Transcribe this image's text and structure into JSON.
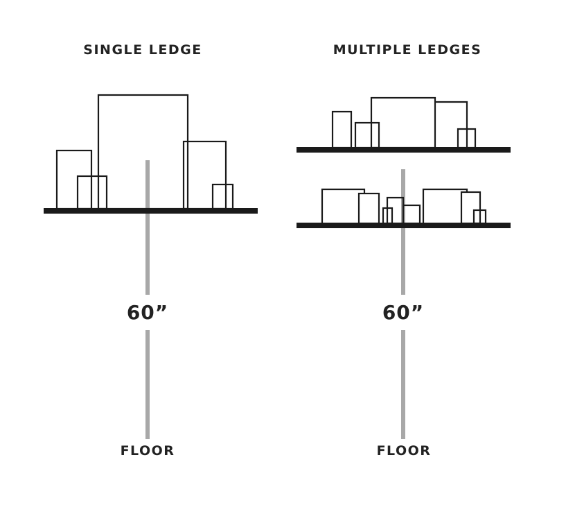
{
  "panels": [
    {
      "title": "SINGLE LEDGE",
      "height_label": "60”",
      "floor_label": "FLOOR"
    },
    {
      "title": "MULTIPLE LEDGES",
      "height_label": "60”",
      "floor_label": "FLOOR"
    }
  ],
  "colors": {
    "line": "#1a1a1a",
    "pole": "#a8a8a8",
    "text": "#222222"
  }
}
